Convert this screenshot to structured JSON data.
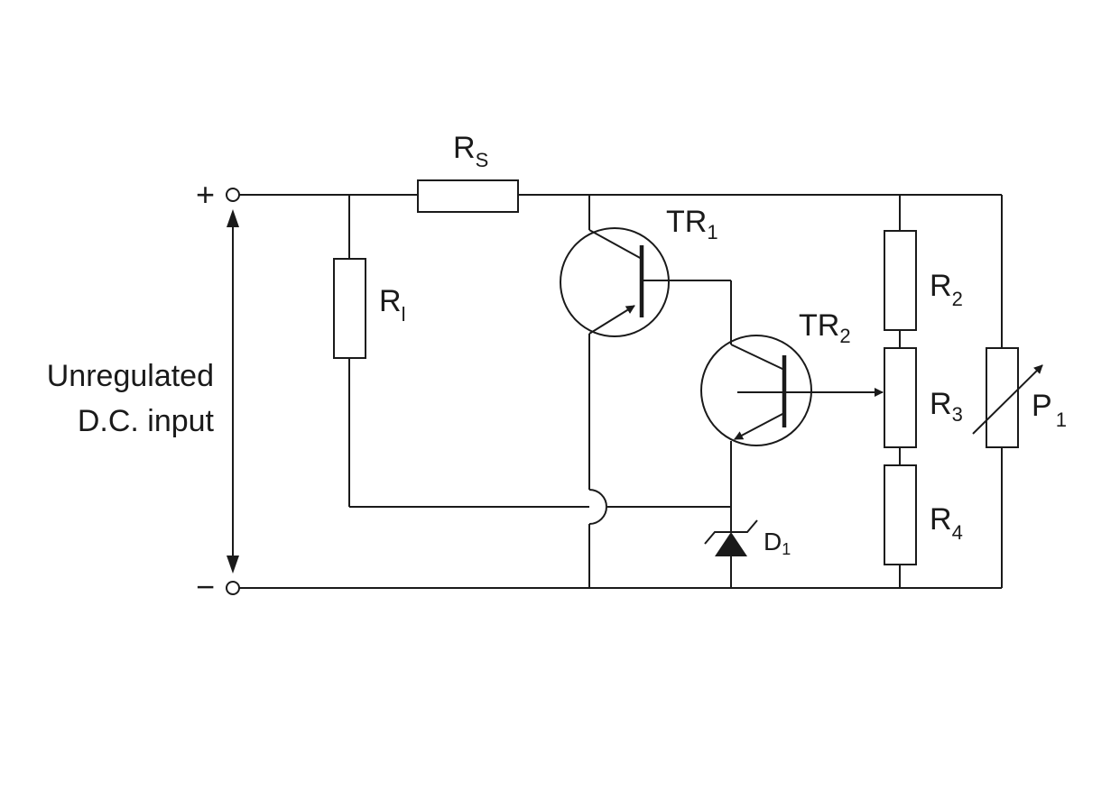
{
  "input": {
    "plus": "+",
    "minus": "−",
    "label_line1": "Unregulated",
    "label_line2": "D.C. input"
  },
  "components": {
    "rs": {
      "main": "R",
      "sub": "S"
    },
    "r1": {
      "main": "R",
      "sub": "l"
    },
    "tr1": {
      "main": "TR",
      "sub": "1"
    },
    "tr2": {
      "main": "TR",
      "sub": "2"
    },
    "r2": {
      "main": "R",
      "sub": "2"
    },
    "r3": {
      "main": "R",
      "sub": "3"
    },
    "r4": {
      "main": "R",
      "sub": "4"
    },
    "p1": {
      "main": "P",
      "sub": "1"
    },
    "d1": {
      "main": "D",
      "sub": "1"
    }
  },
  "colors": {
    "ink": "#1a1a1a",
    "background": "#ffffff"
  }
}
